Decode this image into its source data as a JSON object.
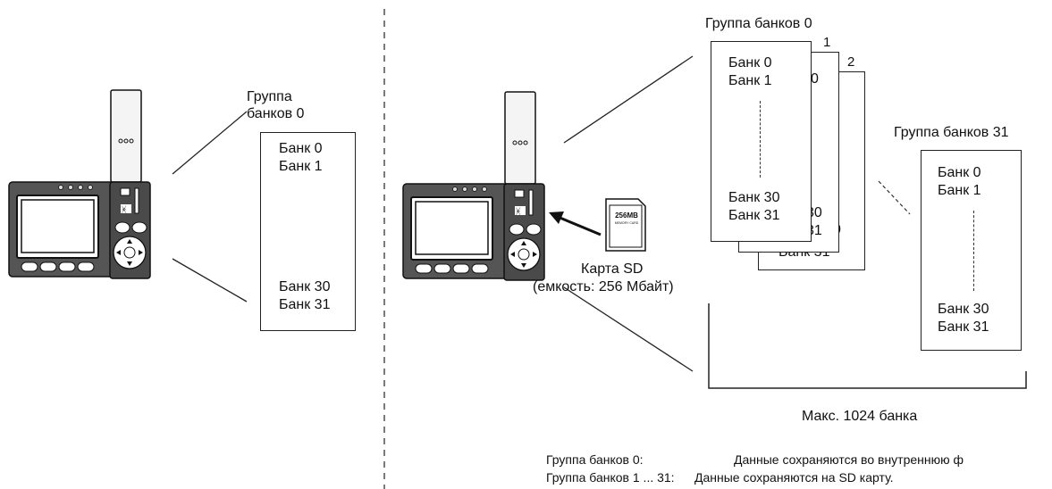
{
  "left": {
    "group_label_line1": "Группа",
    "group_label_line2": "банков 0",
    "banks_top": [
      "Банк 0",
      "Банк 1"
    ],
    "banks_bottom": [
      "Банк 30",
      "Банк 31"
    ]
  },
  "right": {
    "group0_title": "Группа банков 0",
    "stack_numbers": [
      "1",
      "2"
    ],
    "front_banks_top": [
      "Банк 0",
      "Банк 1"
    ],
    "front_banks_bottom": [
      "Банк 30",
      "Банк 31"
    ],
    "peek_texts": [
      "0",
      "30",
      "31",
      "0",
      "Банк 31"
    ],
    "group31_title": "Группа банков 31",
    "g31_banks_top": [
      "Банк 0",
      "Банк 1"
    ],
    "g31_banks_bottom": [
      "Банк 30",
      "Банк 31"
    ],
    "sd_label": "Карта SD",
    "sd_capacity": "(емкость: 256 Мбайт)",
    "sd_card_text": "256MB",
    "sd_card_subtext": "MEMORY CARD",
    "max_label": "Макс. 1024 банка"
  },
  "notes": {
    "row1_key": "Группа банков 0:",
    "row1_value": "Данные сохраняются во внутреннюю ф",
    "row2_key": "Группа банков 1 ... 31:",
    "row2_value": "Данные сохраняются на SD карту."
  }
}
